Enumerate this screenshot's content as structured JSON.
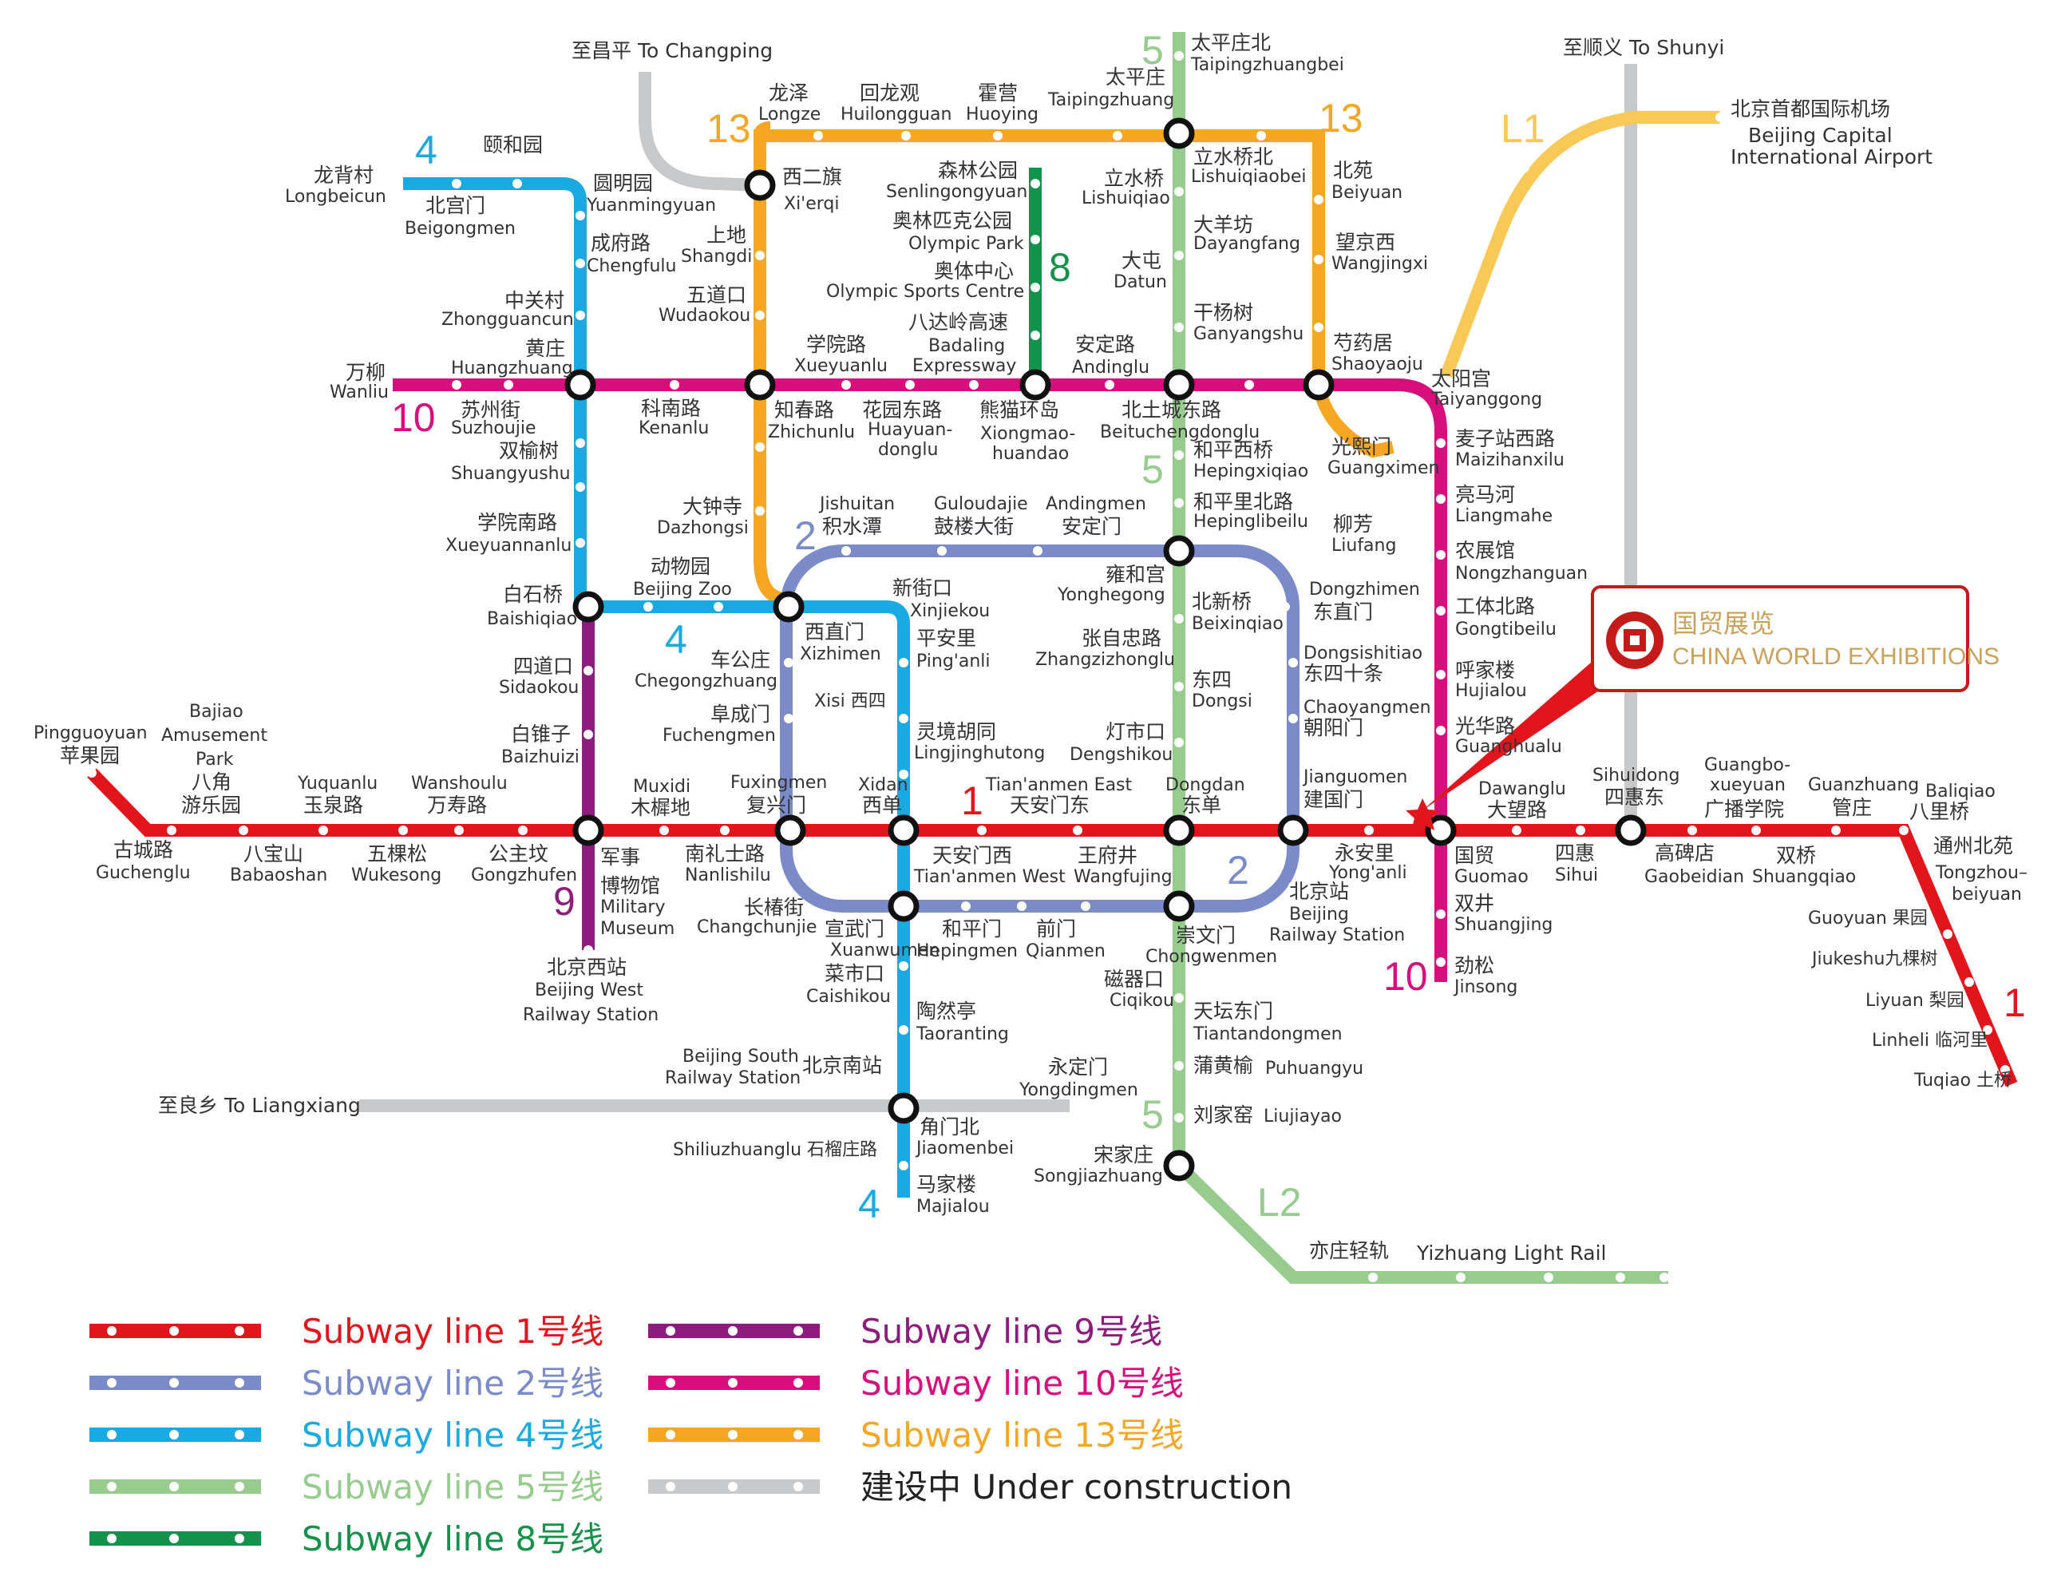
{
  "colors": {
    "line1": "#e3151c",
    "line2": "#7b8bc9",
    "line4": "#1aaae2",
    "line5": "#97cc8e",
    "line8": "#14914a",
    "line9": "#8e1c7d",
    "line10": "#d80e7d",
    "line13": "#f5a623",
    "L1": "#f8c956",
    "L2": "#97cc8e",
    "construction": "#c8c9ca",
    "accent_gold": "#c9a15a"
  },
  "line_numbers": {
    "l4_top": "4",
    "l13_left": "13",
    "l5_top": "5",
    "l13_right": "13",
    "L1": "L1",
    "l8": "8",
    "l10_left": "10",
    "l5_mid": "5",
    "l2_top": "2",
    "l4_mid": "4",
    "l1_mid": "1",
    "l9": "9",
    "l2_bottom": "2",
    "l10_bottom": "10",
    "l5_bottom": "5",
    "L2": "L2",
    "l4_bottom": "4",
    "l1_right": "1"
  },
  "construction_labels": {
    "changping": "至昌平  To Changping",
    "shunyi": "至顺义 To Shunyi",
    "liangxiang": "至良乡  To Liangxiang"
  },
  "airport": {
    "cn": "北京首都国际机场",
    "en1": "Beijing Capital",
    "en2": "International Airport"
  },
  "yizhuang": {
    "cn": "亦庄轻轨",
    "en": "Yizhuang Light Rail"
  },
  "cwe": {
    "cn": "国贸展览",
    "en": "CHINA WORLD EXHIBITIONS"
  },
  "stations": {
    "longbeicun_cn": "龙背村",
    "longbeicun_en": "Longbeicun",
    "yiheyuan_cn": "颐和园",
    "beigongmen_cn": "北宫门",
    "beigongmen_en": "Beigongmen",
    "yuanmingyuan_cn": "圆明园",
    "yuanmingyuan_en": "Yuanmingyuan",
    "chengfulu_cn": "成府路",
    "chengfulu_en": "Chengfulu",
    "zhongguancun_cn": "中关村",
    "zhongguancun_en": "Zhongguancun",
    "huangzhuang_cn": "黄庄",
    "huangzhuang_en": "Huangzhuang",
    "wanliu_cn": "万柳",
    "wanliu_en": "Wanliu",
    "suzhoujie_cn": "苏州街",
    "suzhoujie_en": "Suzhoujie",
    "shuangyushu_cn": "双榆树",
    "shuangyushu_en": "Shuangyushu",
    "xueyuannanlu_cn": "学院南路",
    "xueyuannanlu_en": "Xueyuannanlu",
    "baishiqiao_cn": "白石桥",
    "baishiqiao_en": "Baishiqiao",
    "sidaokou_cn": "四道口",
    "sidaokou_en": "Sidaokou",
    "baizhuizi_cn": "白锥子",
    "baizhuizi_en": "Baizhuizi",
    "longze_cn": "龙泽",
    "longze_en": "Longze",
    "huilongguan_cn": "回龙观",
    "huilongguan_en": "Huilongguan",
    "huoying_cn": "霍营",
    "huoying_en": "Huoying",
    "taipingzhuang_cn": "太平庄",
    "taipingzhuang_en": "Taipingzhuang",
    "taipingzhuangbei_cn": "太平庄北",
    "taipingzhuangbei_en": "Taipingzhuangbei",
    "xierqi_cn": "西二旗",
    "xierqi_en": "Xi'erqi",
    "shangdi_cn": "上地",
    "shangdi_en": "Shangdi",
    "wudaokou_cn": "五道口",
    "wudaokou_en": "Wudaokou",
    "xueyuanlu_cn": "学院路",
    "xueyuanlu_en": "Xueyuanlu",
    "senlin_cn": "森林公园",
    "senlin_en": "Senlingongyuan",
    "olympicpark_cn": "奥林匹克公园",
    "olympicpark_en": "Olympic Park",
    "olympicsports_cn": "奥体中心",
    "olympicsports_en": "Olympic Sports Centre",
    "badaling_cn": "八达岭高速",
    "badaling_en1": "Badaling",
    "badaling_en2": "Expressway",
    "andinglu_cn": "安定路",
    "andinglu_en": "Andinglu",
    "lishuiqiao_cn": "立水桥",
    "lishuiqiao_en": "Lishuiqiao",
    "lishuiqiaobei_cn": "立水桥北",
    "lishuiqiaobei_en": "Lishuiqiaobei",
    "beiyuan_cn": "北苑",
    "beiyuan_en": "Beiyuan",
    "datun_cn": "大屯",
    "datun_en": "Datun",
    "dayangfang_cn": "大羊坊",
    "dayangfang_en": "Dayangfang",
    "wangjingxi_cn": "望京西",
    "wangjingxi_en": "Wangjingxi",
    "ganyangshu_cn": "干杨树",
    "ganyangshu_en": "Ganyangshu",
    "shaoyaoju_cn": "芍药居",
    "shaoyaoju_en": "Shaoyaoju",
    "kenanlu_cn": "科南路",
    "kenanlu_en": "Kenanlu",
    "zhichunlu_cn": "知春路",
    "zhichunlu_en": "Zhichunlu",
    "huayuandonglu_cn": "花园东路",
    "huayuandonglu_en1": "Huayuan-",
    "huayuandonglu_en2": "donglu",
    "xiongmao_cn": "熊猫环岛",
    "xiongmao_en1": "Xiongmao-",
    "xiongmao_en2": "huandao",
    "beitucheng_cn": "北土城东路",
    "beitucheng_en": "Beituchengdonglu",
    "taiyanggong_cn": "太阳宫",
    "taiyanggong_en": "Taiyanggong",
    "guangximen_cn": "光熙门",
    "guangximen_en": "Guangximen",
    "hepingxiqiao_cn": "和平西桥",
    "hepingxiqiao_en": "Hepingxiqiao",
    "hepinglibeilu_cn": "和平里北路",
    "hepinglibeilu_en": "Hepinglibeilu",
    "liufang_cn": "柳芳",
    "liufang_en": "Liufang",
    "maizidian_cn": "麦子站西路",
    "maizidian_en": "Maizihanxilu",
    "liangmahe_cn": "亮马河",
    "liangmahe_en": "Liangmahe",
    "nongzhanguan_cn": "农展馆",
    "nongzhanguan_en": "Nongzhanguan",
    "gongtibeilu_cn": "工体北路",
    "gongtibeilu_en": "Gongtibeilu",
    "hujialou_cn": "呼家楼",
    "hujialou_en": "Hujialou",
    "guanghualu_cn": "光华路",
    "guanghualu_en": "Guanghualu",
    "dazhongsi_cn": "大钟寺",
    "dazhongsi_en": "Dazhongsi",
    "jishuitan_cn": "积水潭",
    "jishuitan_en": "Jishuitan",
    "guloudajie_cn": "鼓楼大街",
    "guloudajie_en": "Guloudajie",
    "andingmen_cn": "安定门",
    "andingmen_en": "Andingmen",
    "yonghegong_cn": "雍和宫",
    "yonghegong_en": "Yonghegong",
    "dongzhimen_cn": "东直门",
    "dongzhimen_en": "Dongzhimen",
    "dongwuyuan_cn": "动物园",
    "dongwuyuan_en": "Beijing Zoo",
    "xinjiekou_cn": "新街口",
    "xinjiekou_en": "Xinjiekou",
    "beixinqiao_cn": "北新桥",
    "beixinqiao_en": "Beixinqiao",
    "xizhimen_cn": "西直门",
    "xizhimen_en": "Xizhimen",
    "pinganli_cn": "平安里",
    "pinganli_en": "Ping'anli",
    "zhangzizhonglu_cn": "张自忠路",
    "zhangzizhonglu_en": "Zhangzizhonglu",
    "dongsishitiao_en": "Dongsishitiao",
    "dongsishitiao_cn": "东四十条",
    "chegongzhuang_cn": "车公庄",
    "chegongzhuang_en": "Chegongzhuang",
    "xisi": "Xisi 西四",
    "dongsi_cn": "东四",
    "dongsi_en": "Dongsi",
    "chaoyangmen_en": "Chaoyangmen",
    "chaoyangmen_cn": "朝阳门",
    "fuchengmen_cn": "阜成门",
    "fuchengmen_en": "Fuchengmen",
    "lingjing_cn": "灵境胡同",
    "lingjing_en": "Lingjinghutong",
    "dengshikou_cn": "灯市口",
    "dengshikou_en": "Dengshikou",
    "pingguoyuan_en": "Pingguoyuan",
    "pingguoyuan_cn": "苹果园",
    "bajiao_en1": "Bajiao",
    "bajiao_en2": "Amusement",
    "bajiao_en3": "Park",
    "bajiao_cn1": "八角",
    "bajiao_cn2": "游乐园",
    "yuquanlu_en": "Yuquanlu",
    "yuquanlu_cn": "玉泉路",
    "wanshoulu_en": "Wanshoulu",
    "wanshoulu_cn": "万寿路",
    "muxidi_en": "Muxidi",
    "muxidi_cn": "木樨地",
    "fuxingmen_en": "Fuxingmen",
    "fuxingmen_cn": "复兴门",
    "xidan_en": "Xidan",
    "xidan_cn": "西单",
    "tiananmeneast_en": "Tian'anmen East",
    "tiananmeneast_cn": "天安门东",
    "dongdan_en": "Dongdan",
    "dongdan_cn": "东单",
    "jianguomen_en": "Jianguomen",
    "jianguomen_cn": "建国门",
    "dawanglu_en": "Dawanglu",
    "dawanglu_cn": "大望路",
    "sihuidong_en": "Sihuidong",
    "sihuidong_cn": "四惠东",
    "guangbo_en1": "Guangbo-",
    "guangbo_en2": "xueyuan",
    "guangbo_cn": "广播学院",
    "guanzhuang_en": "Guanzhuang",
    "guanzhuang_cn": "管庄",
    "baliqiao_en": "Baliqiao",
    "baliqiao_cn": "八里桥",
    "guchenglu_cn": "古城路",
    "guchenglu_en": "Guchenglu",
    "babaoshan_cn": "八宝山",
    "babaoshan_en": "Babaoshan",
    "wukesong_cn": "五棵松",
    "wukesong_en": "Wukesong",
    "gongzhufen_cn": "公主坟",
    "gongzhufen_en": "Gongzhufen",
    "junshi_cn1": "军事",
    "junshi_cn2": "博物馆",
    "junshi_en1": "Military",
    "junshi_en2": "Museum",
    "nanlishilu_cn": "南礼士路",
    "nanlishilu_en": "Nanlishilu",
    "tiananmenwest_cn": "天安门西",
    "tiananmenwest_en": "Tian'anmen West",
    "wangfujing_cn": "王府井",
    "wangfujing_en": "Wangfujing",
    "yonganli_cn": "永安里",
    "yonganli_en": "Yong'anli",
    "guomao_cn": "国贸",
    "guomao_en": "Guomao",
    "sihui_cn": "四惠",
    "sihui_en": "Sihui",
    "gaobeidian_cn": "高碑店",
    "gaobeidian_en": "Gaobeidian",
    "shuangqiao_cn": "双桥",
    "shuangqiao_en": "Shuangqiao",
    "tongzhoubeiyuan_cn": "通州北苑",
    "tongzhoubeiyuan_en1": "Tongzhou–",
    "tongzhoubeiyuan_en2": "beiyuan",
    "guoyuan": "Guoyuan 果园",
    "jiukeshu": "Jiukeshu九棵树",
    "liyuan": "Liyuan  梨园",
    "linheli": "Linheli 临河里",
    "tuqiao": "Tuqiao 土桥",
    "beijingxi_cn": "北京西站",
    "beijingxi_en1": "Beijing West",
    "beijingxi_en2": "Railway Station",
    "changchunjie_cn": "长椿街",
    "changchunjie_en": "Changchunjie",
    "xuanwumen_cn": "宣武门",
    "xuanwumen_en": "Xuanwumen",
    "hepingmen_cn": "和平门",
    "hepingmen_en": "Hepingmen",
    "qianmen_cn": "前门",
    "qianmen_en": "Qianmen",
    "chongwenmen_cn": "崇文门",
    "chongwenmen_en": "Chongwenmen",
    "beijingzhan_cn": "北京站",
    "beijingzhan_en1": "Beijing",
    "beijingzhan_en2": "Railway Station",
    "shuangjing_cn": "双井",
    "shuangjing_en": "Shuangjing",
    "jinsong_cn": "劲松",
    "jinsong_en": "Jinsong",
    "caishikou_cn": "菜市口",
    "caishikou_en": "Caishikou",
    "ciqikou_cn": "磁器口",
    "ciqikou_en": "Ciqikou",
    "taoranting_cn": "陶然亭",
    "taoranting_en": "Taoranting",
    "tiantandongmen_cn": "天坛东门",
    "tiantandongmen_en": "Tiantandongmen",
    "beijingnan_en1": "Beijing South",
    "beijingnan_en2": "Railway Station",
    "beijingnan_cn": "北京南站",
    "yongdingmen_cn": "永定门",
    "yongdingmen_en": "Yongdingmen",
    "puhuangyu_cn": "蒲黄榆",
    "puhuangyu_en": "Puhuangyu",
    "liujiayao_cn": "刘家窑",
    "liujiayao_en": "Liujiayao",
    "jiaomenbei_cn": "角门北",
    "jiaomenbei_en": "Jiaomenbei",
    "shiliuzhuang": "Shiliuzhuanglu 石榴庄路",
    "songjiazhuang_cn": "宋家庄",
    "songjiazhuang_en": "Songjiazhuang",
    "majialou_cn": "马家楼",
    "majialou_en": "Majialou"
  },
  "legend": [
    {
      "label": "Subway line 1号线",
      "color": "#e3151c"
    },
    {
      "label": "Subway line 2号线",
      "color": "#7b8bc9"
    },
    {
      "label": "Subway line 4号线",
      "color": "#1aaae2"
    },
    {
      "label": "Subway line 5号线",
      "color": "#97cc8e"
    },
    {
      "label": "Subway line 8号线",
      "color": "#14914a"
    },
    {
      "label": "Subway line 9号线",
      "color": "#8e1c7d"
    },
    {
      "label": "Subway line 10号线",
      "color": "#d80e7d"
    },
    {
      "label": "Subway line 13号线",
      "color": "#f5a623"
    },
    {
      "label": "建设中 Under construction",
      "color": "#c8c9ca"
    }
  ]
}
